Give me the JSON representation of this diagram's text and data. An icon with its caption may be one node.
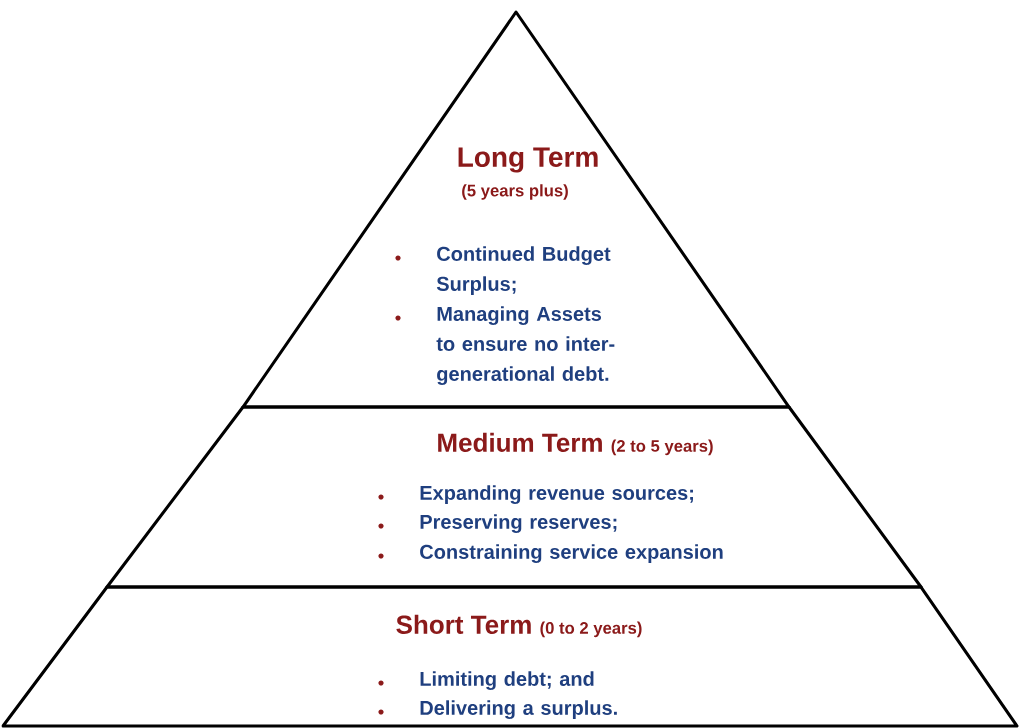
{
  "diagram": {
    "nodes": [
      {
        "text": [
          "Long Term",
          "(5 years plus)",
          "Continued Budget Surplus;",
          "Managing Assets to ensure no inter-generational debt."
        ]
      },
      {
        "text": [
          "Medium Term",
          "(2 to 5 years)",
          "Expanding revenue sources;",
          "Preserving reserves;",
          "Constraining service expansion"
        ]
      },
      {
        "text": [
          "Short Term",
          "(0 to 2 years)",
          "Limiting debt; and",
          "Delivering a surplus."
        ]
      }
    ]
  }
}
